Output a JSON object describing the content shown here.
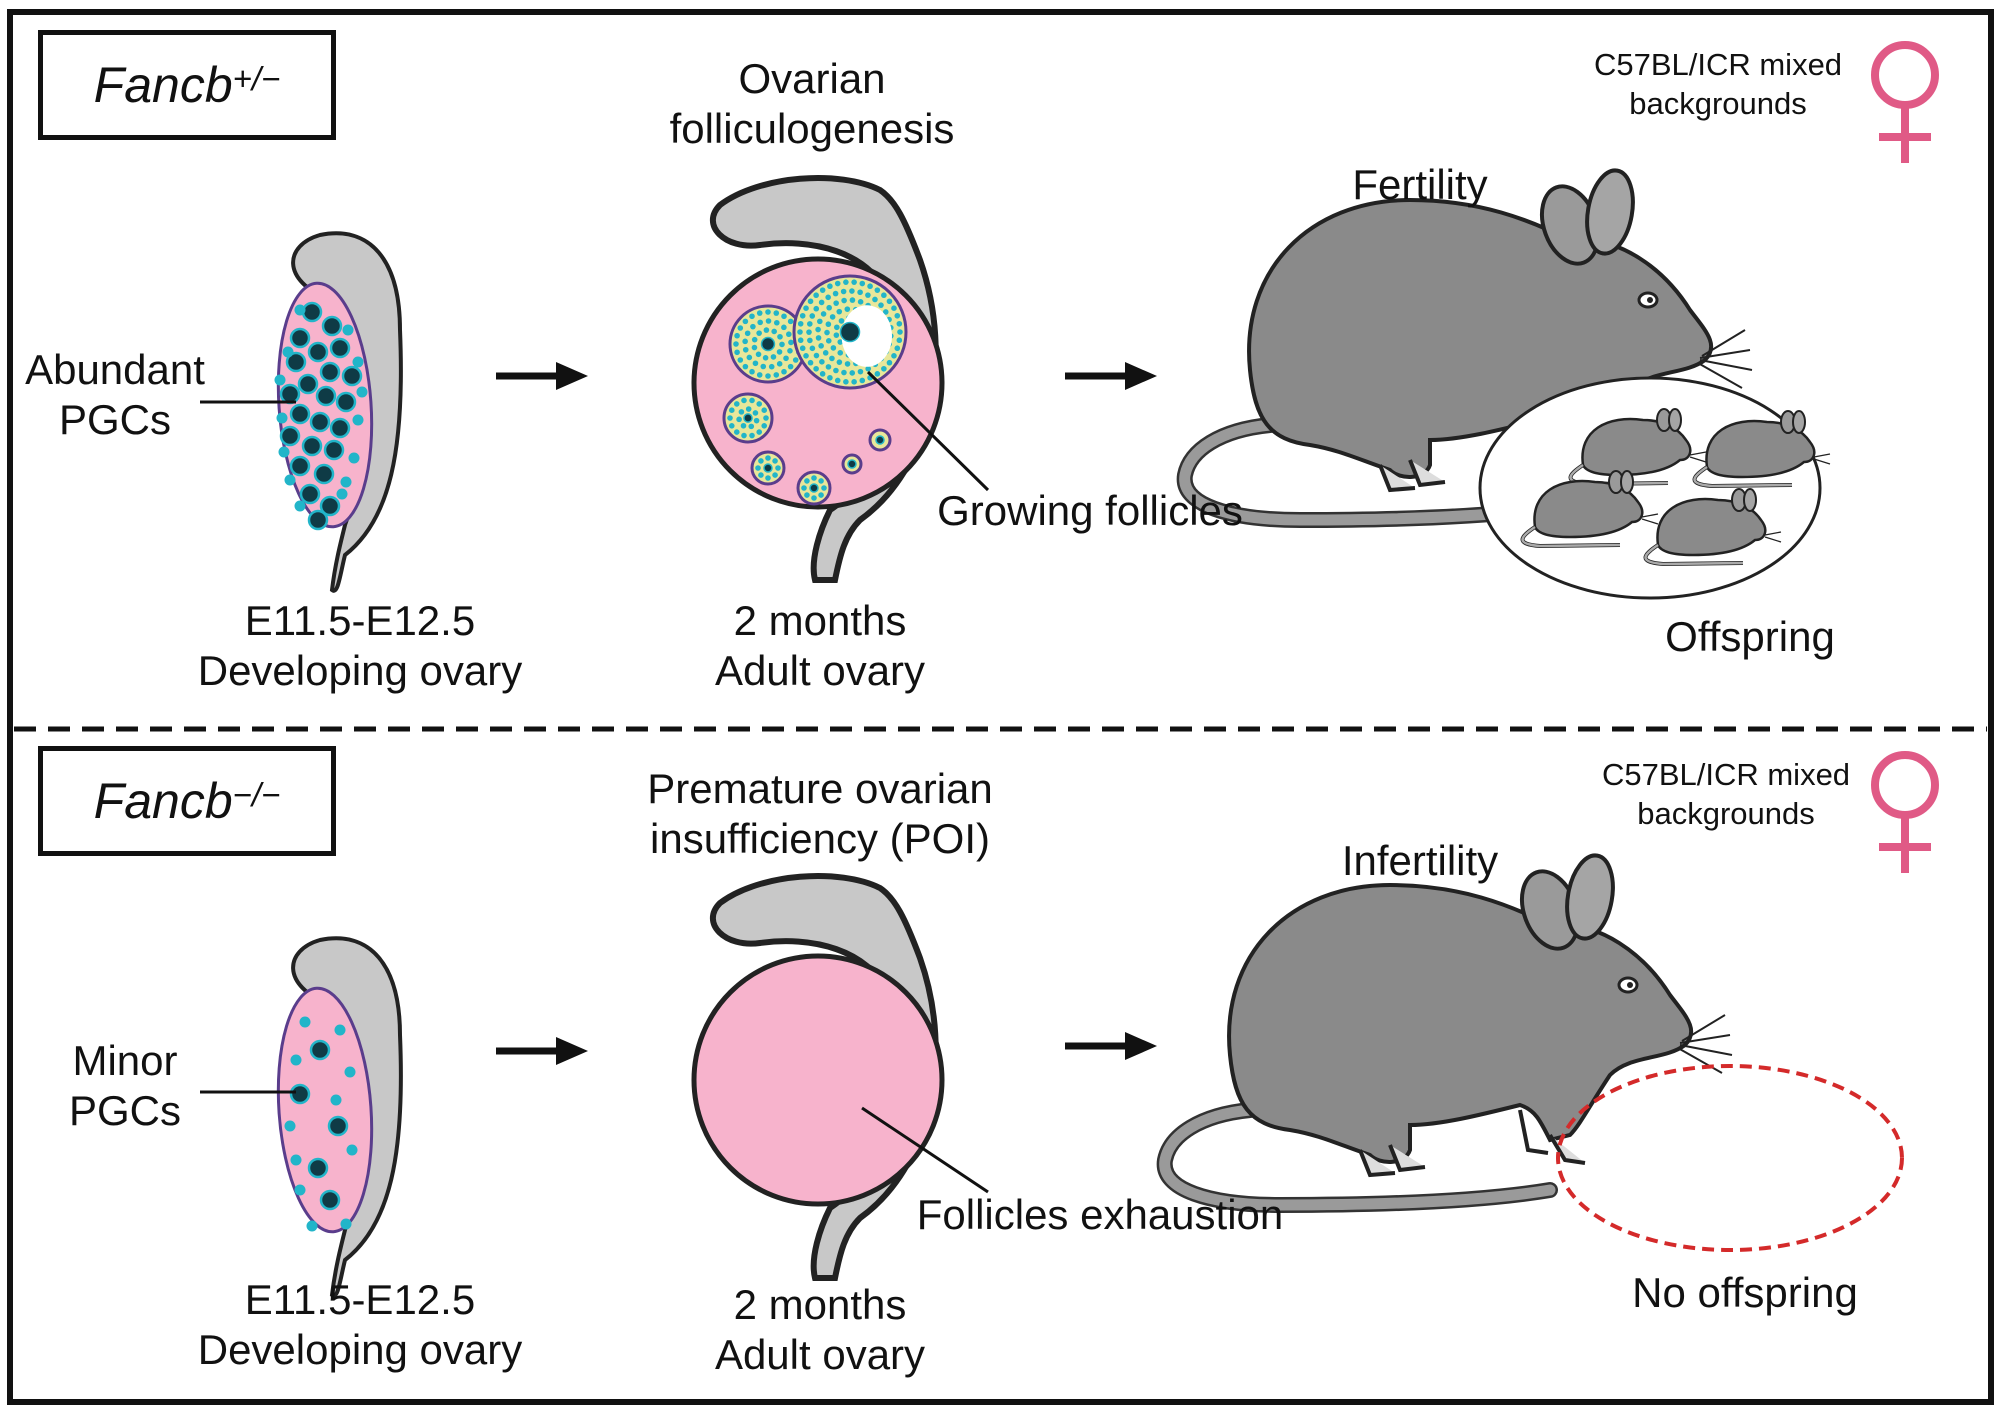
{
  "panels": [
    {
      "genotype": "Fancb",
      "genotype_sup": "+/−",
      "background_note_line1": "C57BL/ICR mixed",
      "background_note_line2": "backgrounds",
      "pgc_label_line1": "Abundant",
      "pgc_label_line2": "PGCs",
      "stage1_line1": "E11.5-E12.5",
      "stage1_line2": "Developing ovary",
      "ovary_title_line1": "Ovarian",
      "ovary_title_line2": "folliculogenesis",
      "follicle_label": "Growing follicles",
      "stage2_line1": "2 months",
      "stage2_line2": "Adult ovary",
      "outcome": "Fertility",
      "offspring_label": "Offspring"
    },
    {
      "genotype": "Fancb",
      "genotype_sup": "−/−",
      "background_note_line1": "C57BL/ICR mixed",
      "background_note_line2": "backgrounds",
      "pgc_label_line1": "Minor",
      "pgc_label_line2": "PGCs",
      "stage1_line1": "E11.5-E12.5",
      "stage1_line2": "Developing ovary",
      "ovary_title_line1": "Premature ovarian",
      "ovary_title_line2": "insufficiency (POI)",
      "follicle_label": "Follicles exhaustion",
      "stage2_line1": "2 months",
      "stage2_line2": "Adult ovary",
      "outcome": "Infertility",
      "offspring_label": "No offspring"
    }
  ],
  "colors": {
    "ovary_pink": "#f7b3cc",
    "tissue_gray": "#c8c8c8",
    "mouse_gray": "#8a8a8a",
    "pgc_cyan": "#22b5c9",
    "pgc_dark": "#0f3b46",
    "follicle_yellow": "#e8e79a",
    "follicle_rim": "#5a3d8c",
    "female_symbol": "#e05a86",
    "no_offspring_dash": "#d42a2a"
  },
  "icons": [
    "female-symbol-icon",
    "arrow-right-icon",
    "mouse-icon",
    "pup-icon"
  ]
}
